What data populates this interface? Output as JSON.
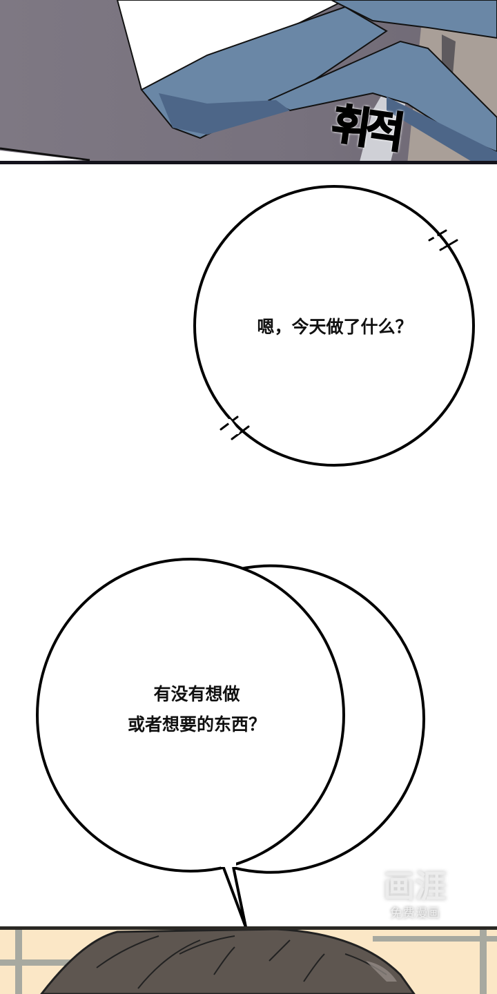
{
  "comic": {
    "panel_top": {
      "sfx_text": "휘적",
      "colors": {
        "floor": "#7b7480",
        "jeans": "#6a87a6",
        "jeans_shadow": "#4d6688",
        "border": "#14131c"
      }
    },
    "bubble_1": {
      "text": "嗯，今天做了什么？"
    },
    "bubble_2": {
      "lines": [
        "有没有想做",
        "或者想要的东西？"
      ]
    },
    "panel_bottom": {
      "colors": {
        "background": "#fbe7c6",
        "hair": "#5e5650",
        "window_frame": "#a7a9a0"
      }
    },
    "watermark": {
      "logo": "画涯",
      "subtitle": "免费漫画"
    }
  }
}
